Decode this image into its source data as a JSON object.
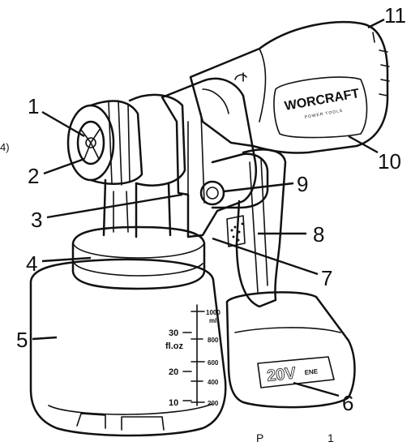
{
  "callouts": [
    {
      "id": "1",
      "label": "1"
    },
    {
      "id": "2",
      "label": "2"
    },
    {
      "id": "3",
      "label": "3"
    },
    {
      "id": "4",
      "label": "4"
    },
    {
      "id": "5",
      "label": "5"
    },
    {
      "id": "6",
      "label": "6"
    },
    {
      "id": "7",
      "label": "7"
    },
    {
      "id": "8",
      "label": "8"
    },
    {
      "id": "9",
      "label": "9"
    },
    {
      "id": "10",
      "label": "10"
    },
    {
      "id": "11",
      "label": "11"
    }
  ],
  "brand": {
    "name": "WORCRAFT",
    "tagline": "POWER TOOLS"
  },
  "battery": {
    "voltage": "20V",
    "badge": "ENE"
  },
  "container_scale": {
    "floz": [
      "30",
      "20",
      "10"
    ],
    "floz_unit": "fl.oz",
    "ml": [
      "1000",
      "800",
      "600",
      "400",
      "200"
    ],
    "ml_unit": "ml"
  },
  "stray_text": "4)",
  "caption_fragment": "Р",
  "caption_tail": "1"
}
